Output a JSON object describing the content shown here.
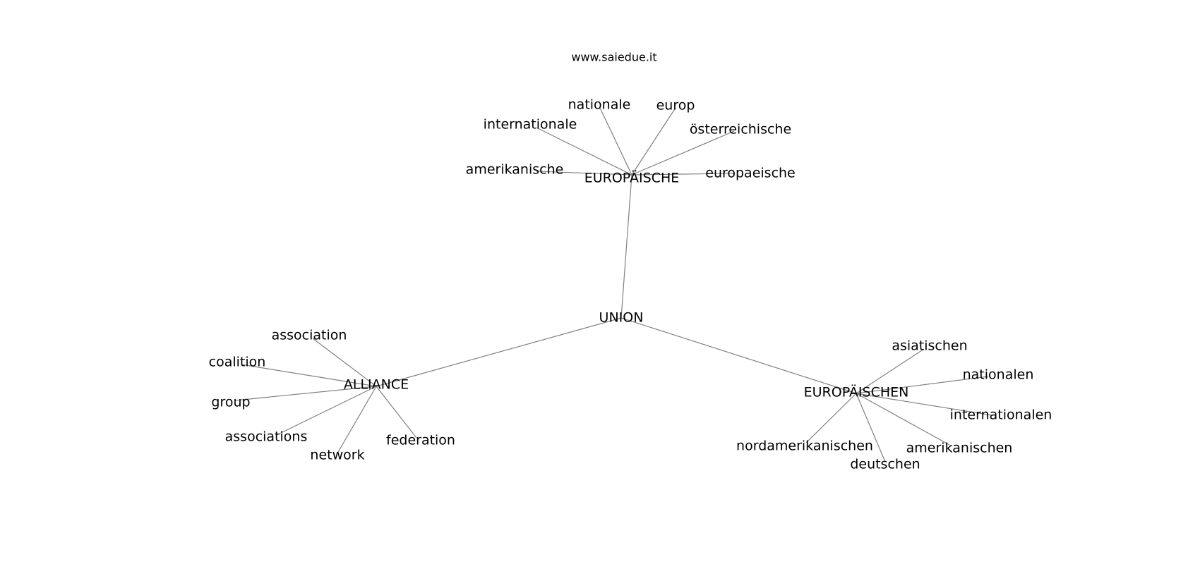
{
  "watermark": "www.saiedue.it",
  "colors": {
    "edge": "#808080",
    "text": "#000000",
    "background": "#ffffff"
  },
  "graph": {
    "nodes": [
      {
        "id": "union",
        "label": "UNION"
      },
      {
        "id": "europaische",
        "label": "EUROPÄISCHE"
      },
      {
        "id": "alliance",
        "label": "ALLIANCE"
      },
      {
        "id": "europaischen",
        "label": "EUROPÄISCHEN"
      },
      {
        "id": "nationale",
        "label": "nationale"
      },
      {
        "id": "europ",
        "label": "europ"
      },
      {
        "id": "internationale",
        "label": "internationale"
      },
      {
        "id": "osterreichische",
        "label": "österreichische"
      },
      {
        "id": "amerikanische",
        "label": "amerikanische"
      },
      {
        "id": "europaeische",
        "label": "europaeische"
      },
      {
        "id": "association",
        "label": "association"
      },
      {
        "id": "coalition",
        "label": "coalition"
      },
      {
        "id": "group",
        "label": "group"
      },
      {
        "id": "associations",
        "label": "associations"
      },
      {
        "id": "network",
        "label": "network"
      },
      {
        "id": "federation",
        "label": "federation"
      },
      {
        "id": "asiatischen",
        "label": "asiatischen"
      },
      {
        "id": "nationalen",
        "label": "nationalen"
      },
      {
        "id": "internationalen",
        "label": "internationalen"
      },
      {
        "id": "amerikanischen",
        "label": "amerikanischen"
      },
      {
        "id": "nordamerikanischen",
        "label": "nordamerikanischen"
      },
      {
        "id": "deutschen",
        "label": "deutschen"
      }
    ],
    "edges": [
      [
        "union",
        "europaische"
      ],
      [
        "union",
        "alliance"
      ],
      [
        "union",
        "europaischen"
      ],
      [
        "europaische",
        "nationale"
      ],
      [
        "europaische",
        "europ"
      ],
      [
        "europaische",
        "internationale"
      ],
      [
        "europaische",
        "osterreichische"
      ],
      [
        "europaische",
        "amerikanische"
      ],
      [
        "europaische",
        "europaeische"
      ],
      [
        "alliance",
        "association"
      ],
      [
        "alliance",
        "coalition"
      ],
      [
        "alliance",
        "group"
      ],
      [
        "alliance",
        "associations"
      ],
      [
        "alliance",
        "network"
      ],
      [
        "alliance",
        "federation"
      ],
      [
        "europaischen",
        "asiatischen"
      ],
      [
        "europaischen",
        "nationalen"
      ],
      [
        "europaischen",
        "internationalen"
      ],
      [
        "europaischen",
        "amerikanischen"
      ],
      [
        "europaischen",
        "nordamerikanischen"
      ],
      [
        "europaischen",
        "deutschen"
      ]
    ]
  }
}
